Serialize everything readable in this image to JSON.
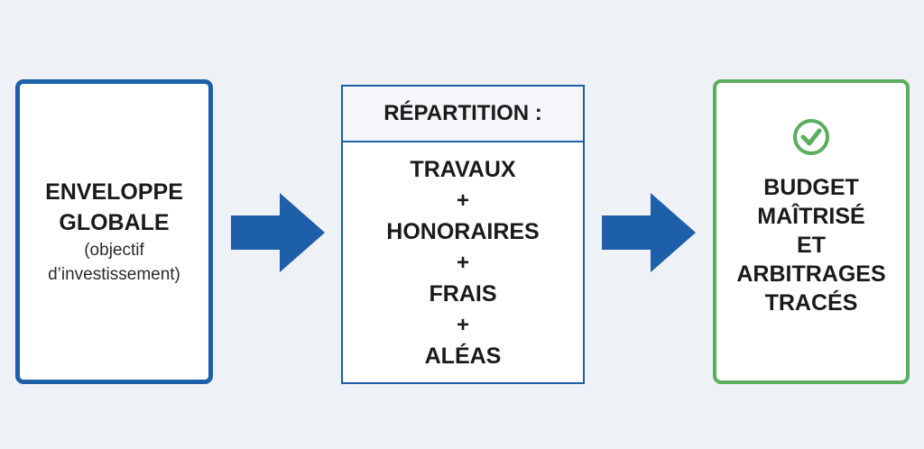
{
  "left_box": {
    "line1": "ENVELOPPE",
    "line2": "GLOBALE",
    "line3": "(objectif",
    "line4": "d’investissement)"
  },
  "middle_box": {
    "header": "RÉPARTITION :",
    "items": [
      "TRAVAUX",
      "HONORAIRES",
      "FRAIS",
      "ALÉAS"
    ],
    "separator": "+"
  },
  "right_box": {
    "icon": "check-circle-icon",
    "line1": "BUDGET",
    "line2": "MAÎTRISÉ",
    "line3": "ET",
    "line4": "ARBITRAGES",
    "line5": "TRACÉS"
  },
  "colors": {
    "blue": "#1d5fa8",
    "green": "#5aae5e",
    "background": "#eef1f5"
  }
}
